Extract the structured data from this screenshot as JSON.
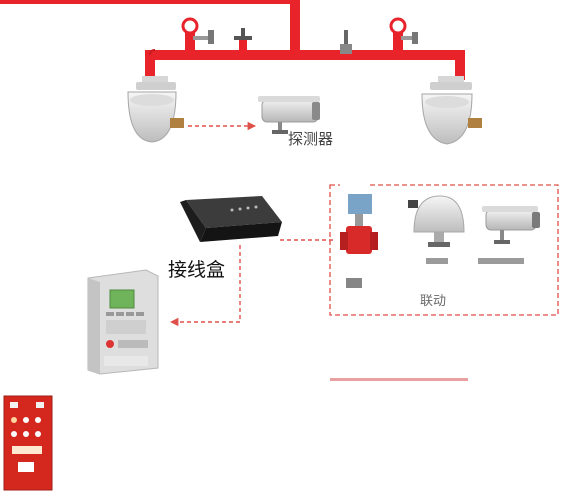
{
  "labels": {
    "junction_box": "接线盒",
    "partial_detector": "探测器",
    "partial_linkage": "联动"
  },
  "colors": {
    "pipe": "#e8232a",
    "dashed_link": "#e0504a",
    "panel_body": "#e9e9e9",
    "panel_screen": "#6fb35a",
    "cabinet_red": "#d4281f"
  },
  "icons": [
    "pipe-network",
    "water-cannon-icon",
    "infrared-detector-icon",
    "junction-box-icon",
    "fire-control-panel-icon",
    "control-cabinet-icon",
    "flow-valve-icon",
    "dome-camera-icon",
    "bullet-camera-icon"
  ]
}
